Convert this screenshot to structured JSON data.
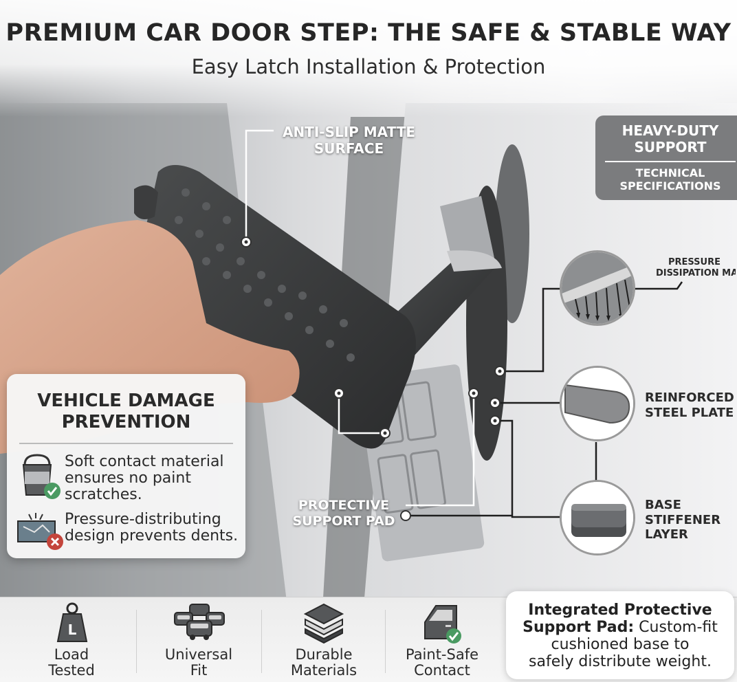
{
  "header": {
    "title": "PREMIUM CAR DOOR STEP: THE SAFE & STABLE WAY",
    "subtitle": "Easy Latch Installation & Protection"
  },
  "callouts": {
    "anti_slip_line1": "ANTI-SLIP MATTE",
    "anti_slip_line2": "SURFACE",
    "protective_line1": "PROTECTIVE",
    "protective_line2": "SUPPORT PAD",
    "pressure_line1": "PRESSURE",
    "pressure_line2": "DISSIPATION MAP",
    "reinforced_line1": "REINFORCED",
    "reinforced_line2": "STEEL PLATE",
    "base_line1": "BASE",
    "base_line2": "STIFFENER",
    "base_line3": "LAYER"
  },
  "spec_box": {
    "heading_line1": "HEAVY-DUTY",
    "heading_line2": "SUPPORT",
    "sub_line1": "TECHNICAL",
    "sub_line2": "SPECIFICATIONS"
  },
  "damage_panel": {
    "title_line1": "VEHICLE DAMAGE",
    "title_line2": "PREVENTION",
    "item1_line1": "Soft contact material",
    "item1_line2": "ensures no paint",
    "item1_line3": "scratches.",
    "item2_line1": "Pressure-distributing",
    "item2_line2": "design prevents dents.",
    "item1_icon": "paint-bucket-check-icon",
    "item2_icon": "dent-cross-icon"
  },
  "features": [
    {
      "line1": "Load",
      "line2": "Tested",
      "icon": "weight-icon"
    },
    {
      "line1": "Universal",
      "line2": "Fit",
      "icon": "cars-icon"
    },
    {
      "line1": "Durable",
      "line2": "Materials",
      "icon": "layers-icon"
    },
    {
      "line1": "Paint-Safe",
      "line2": "Contact",
      "icon": "car-door-check-icon"
    }
  ],
  "pad_card": {
    "line1": "Integrated Protective",
    "line2_bold": "Support Pad:",
    "line2_rest": " Custom-fit",
    "line3": "cushioned base to",
    "line4": "safely distribute weight."
  },
  "colors": {
    "check_green": "#4a9a62",
    "cross_red": "#c4453c",
    "spec_box_gray": "#7b7c7e",
    "text_dark": "#2a2a2a"
  }
}
